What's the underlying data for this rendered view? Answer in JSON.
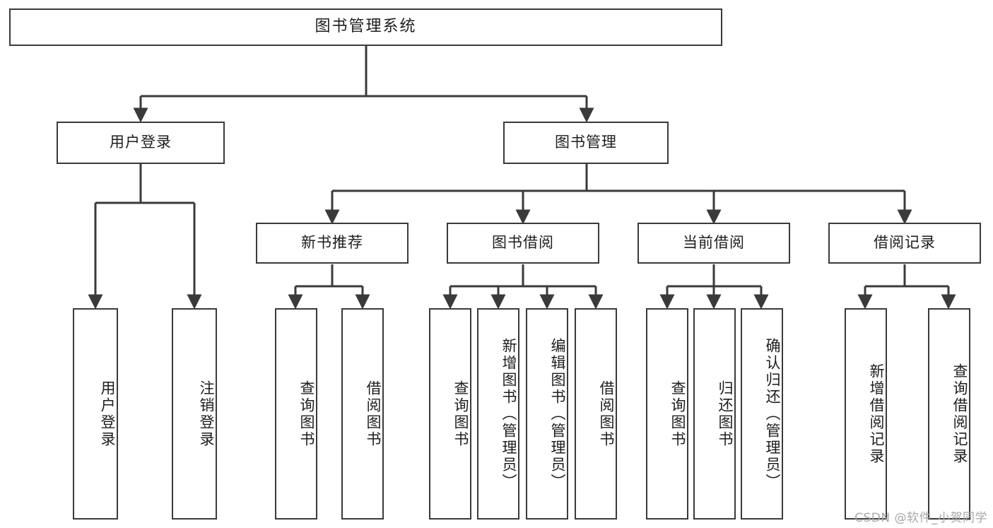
{
  "diagram": {
    "title": "图书管理系统",
    "type": "tree",
    "root": {
      "label": "图书管理系统"
    },
    "level1": [
      {
        "id": "user-login",
        "label": "用户登录"
      },
      {
        "id": "book-manage",
        "label": "图书管理"
      }
    ],
    "level2": [
      {
        "id": "new-book-recommend",
        "label": "新书推荐",
        "parent": "book-manage"
      },
      {
        "id": "book-borrow",
        "label": "图书借阅",
        "parent": "book-manage"
      },
      {
        "id": "current-borrow",
        "label": "当前借阅",
        "parent": "book-manage"
      },
      {
        "id": "borrow-record",
        "label": "借阅记录",
        "parent": "book-manage"
      }
    ],
    "leaves": {
      "user-login": [
        {
          "id": "leaf-user-login",
          "label": "用户登录"
        },
        {
          "id": "leaf-logout",
          "label": "注销登录"
        }
      ],
      "new-book-recommend": [
        {
          "id": "leaf-query-book-1",
          "label": "查询图书"
        },
        {
          "id": "leaf-borrow-book-1",
          "label": "借阅图书"
        }
      ],
      "book-borrow": [
        {
          "id": "leaf-query-book-2",
          "label": "查询图书"
        },
        {
          "id": "leaf-add-book",
          "label": "新增图书（管理员）"
        },
        {
          "id": "leaf-edit-book",
          "label": "编辑图书（管理员）"
        },
        {
          "id": "leaf-borrow-book-2",
          "label": "借阅图书"
        }
      ],
      "current-borrow": [
        {
          "id": "leaf-query-book-3",
          "label": "查询图书"
        },
        {
          "id": "leaf-return-book",
          "label": "归还图书"
        },
        {
          "id": "leaf-confirm-return",
          "label": "确认归还（管理员）"
        }
      ],
      "borrow-record": [
        {
          "id": "leaf-add-record",
          "label": "新增借阅记录"
        },
        {
          "id": "leaf-query-record",
          "label": "查询借阅记录"
        }
      ]
    }
  },
  "watermark": {
    "text": "CSDN @软件_小贺同学"
  },
  "colors": {
    "stroke": "#3a3a3a",
    "background": "#ffffff",
    "text": "#1d1d1d",
    "watermark": "#a8a8a8"
  }
}
